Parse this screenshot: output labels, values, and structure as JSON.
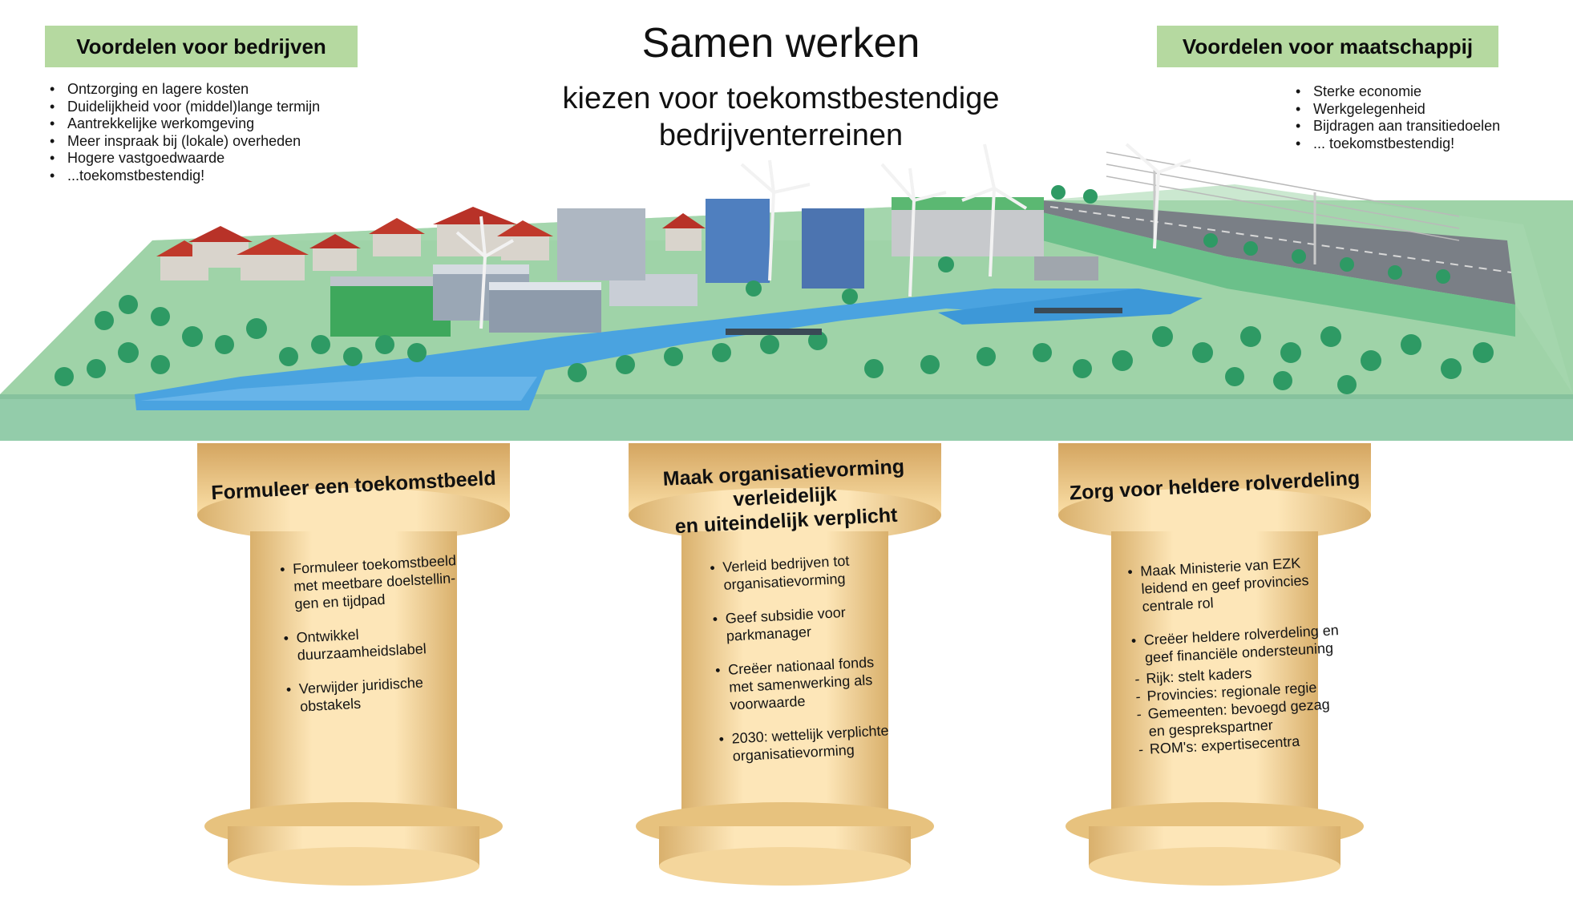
{
  "title": "Samen werken",
  "subtitle_line1": "kiezen voor toekomstbestendige",
  "subtitle_line2": "bedrijventerreinen",
  "left_panel": {
    "heading": "Voordelen voor bedrijven",
    "items": [
      "Ontzorging en lagere kosten",
      "Duidelijkheid voor (middel)lange termijn",
      "Aantrekkelijke werkomgeving",
      "Meer inspraak bij (lokale) overheden",
      "Hogere vastgoedwaarde",
      "...toekomstbestendig!"
    ]
  },
  "right_panel": {
    "heading": "Voordelen voor maatschappij",
    "items": [
      "Sterke economie",
      "Werkgelegenheid",
      "Bijdragen aan transitiedoelen",
      "... toekomstbestendig!"
    ]
  },
  "pillars": [
    {
      "title": "Formuleer een toekomstbeeld",
      "items": [
        {
          "line1": "Formuleer toekomstbeeld",
          "line2": "met meetbare doelstellin-",
          "line3": "gen en tijdpad"
        },
        {
          "line1": "Ontwikkel",
          "line2": "duurzaamheidslabel"
        },
        {
          "line1": "Verwijder juridische",
          "line2": "obstakels"
        }
      ]
    },
    {
      "title_line1": "Maak organisatievorming verleidelijk",
      "title_line2": "en uiteindelijk verplicht",
      "items": [
        {
          "line1": "Verleid bedrijven tot",
          "line2": "organisatievorming"
        },
        {
          "line1": "Geef subsidie voor",
          "line2": "parkmanager"
        },
        {
          "line1": "Creëer nationaal fonds",
          "line2": "met samenwerking als",
          "line3": "voorwaarde"
        },
        {
          "line1": "2030: wettelijk verplichte",
          "line2": "organisatievorming"
        }
      ]
    },
    {
      "title": "Zorg voor heldere rolverdeling",
      "items": [
        {
          "line1": "Maak Ministerie van EZK",
          "line2": "leidend en geef provincies",
          "line3": "centrale rol"
        },
        {
          "line1": "Creëer heldere rolverdeling en",
          "line2": "geef financiële ondersteuning"
        }
      ],
      "subitems": [
        "Rijk: stelt kaders",
        "Provincies: regionale regie",
        "Gemeenten: bevoegd gezag",
        "en gesprekspartner",
        "ROM's: expertisecentra"
      ]
    }
  ],
  "colors": {
    "tag_green": "#b5d9a0",
    "ground_green": "#9fd3a8",
    "slab_edge": "#93ccaa",
    "water": "#4aa3e0",
    "pillar_light": "#fde6b8",
    "pillar_dark": "#d9b06c"
  }
}
